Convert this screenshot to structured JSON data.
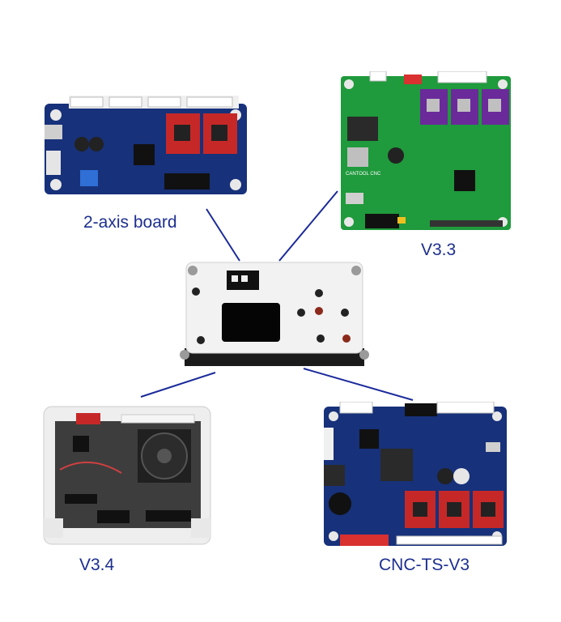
{
  "labels": {
    "two_axis": "2-axis board",
    "v33": "V3.3",
    "v34": "V3.4",
    "cnc_ts": "CNC-TS-V3"
  },
  "silkscreen": {
    "cantool": "CANTOOL CNC"
  },
  "colors": {
    "label_text": "#1d2f8f",
    "connector_line": "#1a2a9a",
    "blue_pcb": "#17317a",
    "green_pcb": "#1f9a3c",
    "driver_red": "#c62828",
    "driver_purple": "#6a2a9a",
    "enclosure_white": "#f2f2f2",
    "screen_black": "#050505"
  }
}
